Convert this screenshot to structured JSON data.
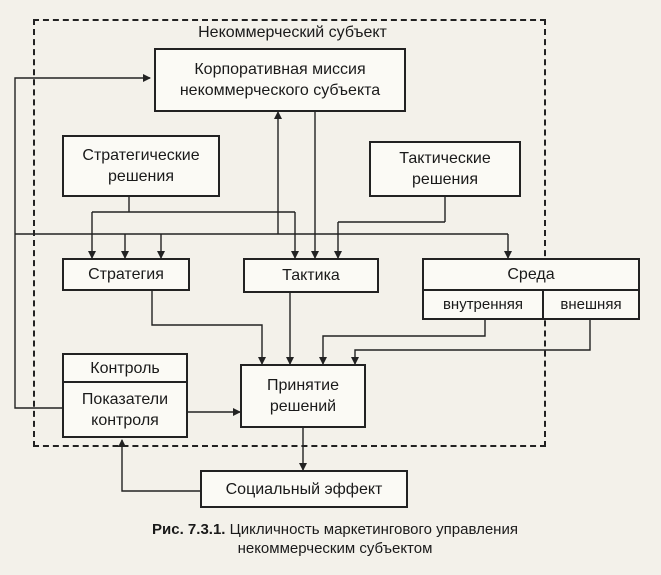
{
  "frame_title": "Некоммерческий субъект",
  "boxes": {
    "mission": [
      "Корпоративная миссия",
      "некоммерческого субъекта"
    ],
    "strategic": [
      "Стратегические",
      "решения"
    ],
    "tactical": [
      "Тактические",
      "решения"
    ],
    "strategy": "Стратегия",
    "tactics": "Тактика",
    "environment": "Среда",
    "env_internal": "внутренняя",
    "env_external": "внешняя",
    "control": "Контроль",
    "control_indicators": [
      "Показатели",
      "контроля"
    ],
    "decision": [
      "Принятие",
      "решений"
    ],
    "social_effect": "Социальный эффект"
  },
  "caption": {
    "number": "Рис. 7.3.1.",
    "line1": "Цикличность маркетингового управления",
    "line2": "некоммерческим субъектом"
  }
}
